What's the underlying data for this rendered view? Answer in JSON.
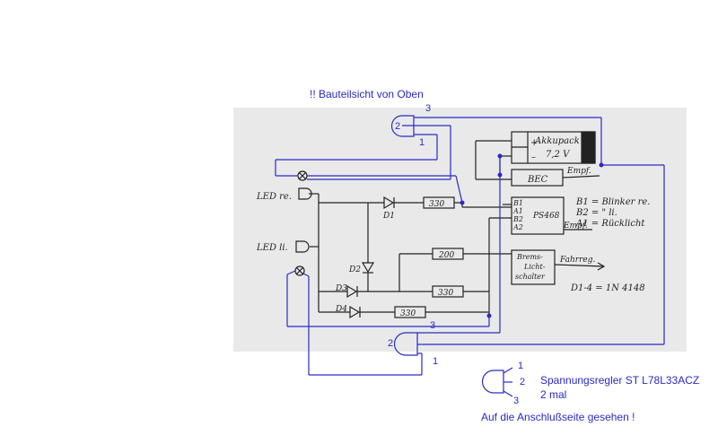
{
  "header_note": "!! Bauteilsicht von Oben",
  "colors": {
    "wire_blue": "#2a2ac8",
    "ink": "#222222",
    "scan_bg": "#e9e9e9"
  },
  "regulator_top": {
    "pin1": "1",
    "pin2": "2",
    "pin3": "3"
  },
  "regulator_bottom": {
    "pin1": "1",
    "pin2": "2",
    "pin3": "3"
  },
  "legend": {
    "pin1": "1",
    "pin2": "2",
    "pin3": "3",
    "regulator_name": "Spannungsregler ST L78L33ACZ",
    "count": "2 mal",
    "view_note": "Auf die Anschlußseite gesehen !"
  },
  "schematic": {
    "battery_plus": "+",
    "battery_minus": "–",
    "battery_label_1": "Akkupack",
    "battery_label_2": "7,2 V",
    "bec": "BEC",
    "empf_top": "Empf.",
    "led_re": "LED re.",
    "led_li": "LED li.",
    "d1": "D1",
    "d2": "D2",
    "d3": "D3",
    "d4": "D4",
    "r_d1": "330",
    "r_200": "200",
    "r_d2": "330",
    "r_d4": "330",
    "ps_pins": [
      "B1",
      "A1",
      "B2",
      "A2"
    ],
    "ps_name": "PS468",
    "ps_empf": "Empf.",
    "notes": [
      "B1 = Blinker re.",
      "B2 =   \"   li.",
      "A1 = Rücklicht"
    ],
    "brems_1": "Brems-",
    "brems_2": "Licht-",
    "brems_3": "schalter",
    "fahrreg": "Fahrreg.",
    "diode_type": "D1-4 = 1N 4148"
  }
}
